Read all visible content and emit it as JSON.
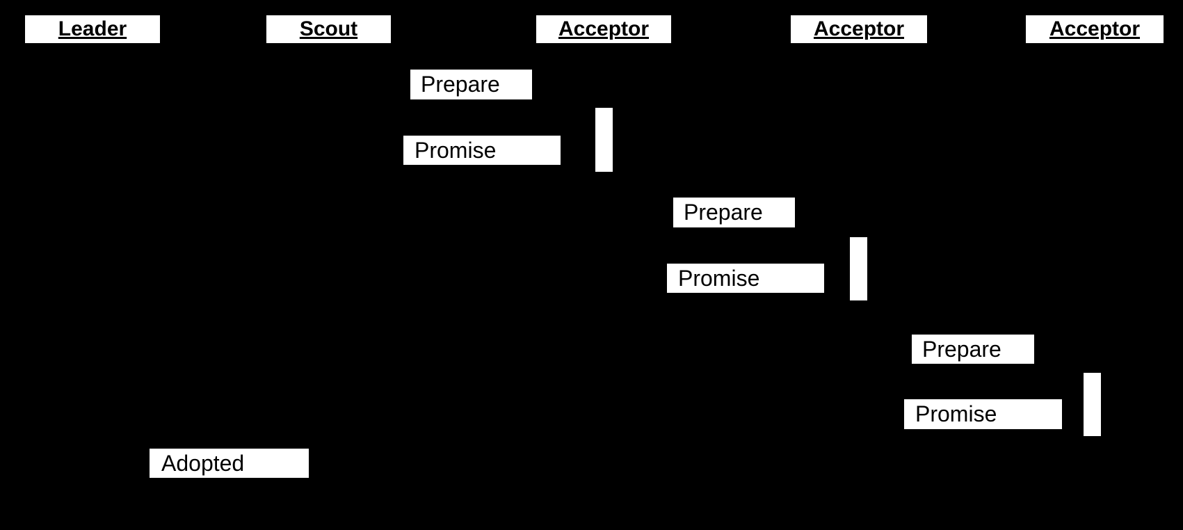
{
  "diagram": {
    "type": "sequence-diagram",
    "colors": {
      "background": "#000000",
      "label_box": "#ffffff",
      "label_text": "#000000"
    },
    "lifelines": [
      {
        "label": "Leader"
      },
      {
        "label": "Scout"
      },
      {
        "label": "Acceptor"
      },
      {
        "label": "Acceptor"
      },
      {
        "label": "Acceptor"
      }
    ],
    "messages": {
      "prepare_1": "Prepare",
      "promise_1": "Promise",
      "prepare_2": "Prepare",
      "promise_2": "Promise",
      "prepare_3": "Prepare",
      "promise_3": "Promise",
      "adopted": "Adopted"
    },
    "activation_bars": [
      {
        "name": "acceptor-1-activation"
      },
      {
        "name": "acceptor-2-activation"
      },
      {
        "name": "acceptor-3-activation"
      }
    ]
  }
}
